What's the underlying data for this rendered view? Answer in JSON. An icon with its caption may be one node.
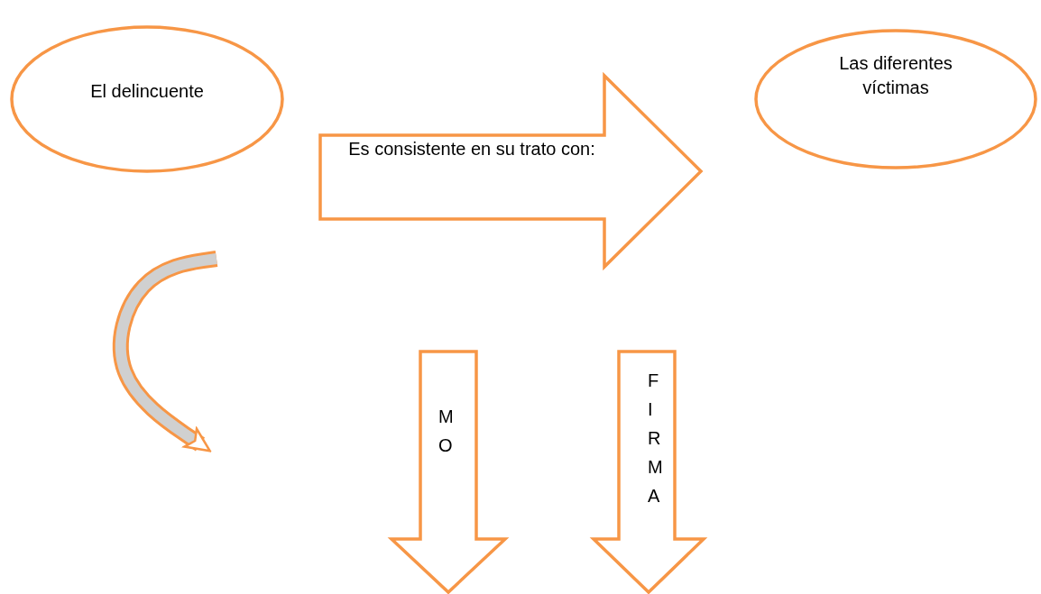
{
  "diagram": {
    "nodes": [
      {
        "text": [
          "El delincuente"
        ]
      },
      {
        "text": [
          "Es consistente en su trato con:"
        ]
      },
      {
        "text": [
          "Las diferentes víctimas"
        ]
      },
      {
        "text": [
          "MO"
        ]
      },
      {
        "text": [
          "FIRMA"
        ]
      },
      {
        "text": [],
        "shape": "arrow"
      }
    ]
  }
}
